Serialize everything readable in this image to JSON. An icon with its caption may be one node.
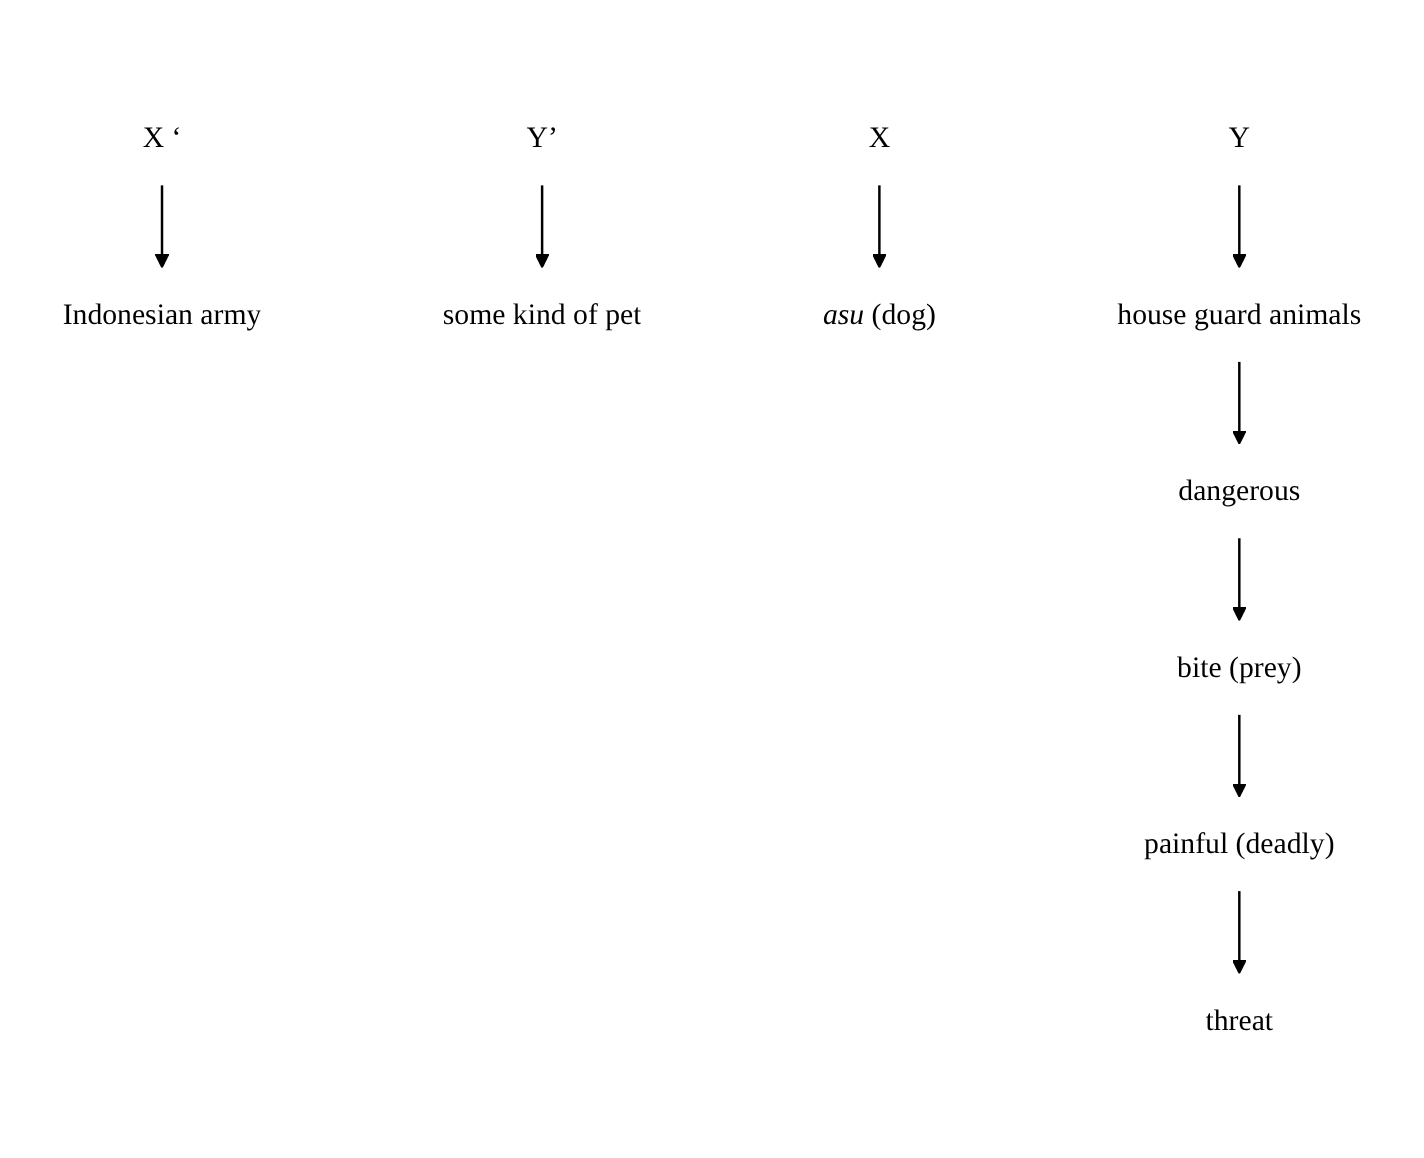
{
  "diagram": {
    "nodes": [
      {
        "text": [
          "X ‘"
        ]
      },
      {
        "text": [
          "Indonesian army"
        ]
      },
      {
        "text": [
          "Y’"
        ]
      },
      {
        "text": [
          "some kind of pet"
        ]
      },
      {
        "text": [
          "X"
        ]
      },
      {
        "text": [
          "*asu* (dog)"
        ]
      },
      {
        "text": [
          "Y"
        ]
      },
      {
        "text": [
          "house guard animals"
        ]
      },
      {
        "text": [
          "dangerous"
        ]
      },
      {
        "text": [
          "bite (prey)"
        ]
      },
      {
        "text": [
          "painful (deadly)"
        ]
      },
      {
        "text": [
          "threat"
        ]
      }
    ],
    "edges": [
      {
        "from": 0,
        "to": 1,
        "arrow": "to"
      },
      {
        "from": 2,
        "to": 3,
        "arrow": "to"
      },
      {
        "from": 4,
        "to": 5,
        "arrow": "to"
      },
      {
        "from": 6,
        "to": 7,
        "arrow": "to"
      },
      {
        "from": 7,
        "to": 8,
        "arrow": "to"
      },
      {
        "from": 8,
        "to": 9,
        "arrow": "to"
      },
      {
        "from": 9,
        "to": 10,
        "arrow": "to"
      },
      {
        "from": 10,
        "to": 11,
        "arrow": "to"
      }
    ]
  }
}
